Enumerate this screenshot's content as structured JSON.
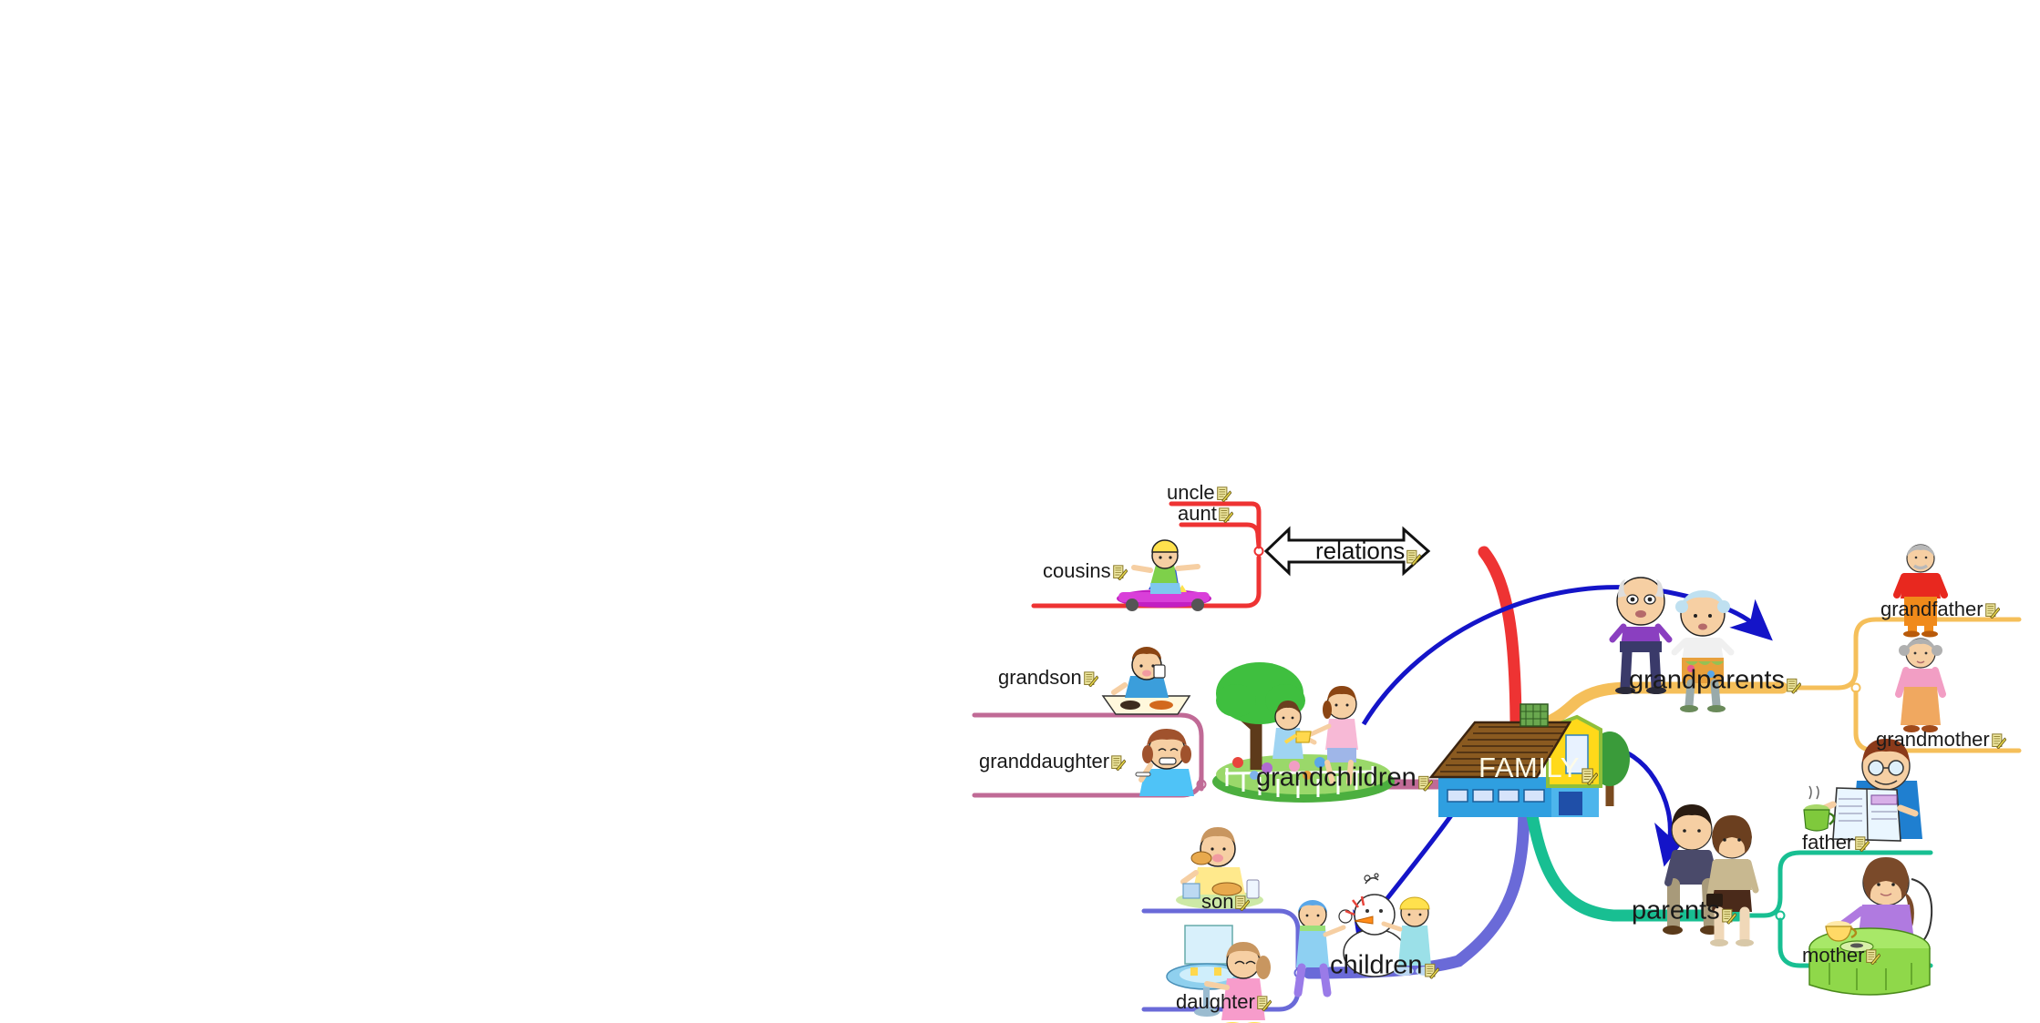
{
  "title": "FAMILY mind map",
  "center": {
    "label": "FAMILY",
    "icon": "house-icon",
    "note_icon": "note-icon"
  },
  "branches": [
    {
      "id": "relations",
      "label": "relations",
      "color": "#ee3333",
      "side": "left",
      "shape": "double-arrow",
      "picture": "boy-on-skateboard",
      "children": [
        {
          "id": "uncle",
          "label": "uncle"
        },
        {
          "id": "aunt",
          "label": "aunt"
        },
        {
          "id": "cousins",
          "label": "cousins"
        }
      ]
    },
    {
      "id": "grandchildren",
      "label": "grandchildren",
      "color": "#c06a96",
      "side": "left",
      "picture": "children-in-garden",
      "children": [
        {
          "id": "grandson",
          "label": "grandson",
          "picture": "boy-eating"
        },
        {
          "id": "granddaughter",
          "label": "granddaughter",
          "picture": "girl-brushing-teeth"
        }
      ]
    },
    {
      "id": "children",
      "label": "children",
      "color": "#6a6ad8",
      "side": "left",
      "picture": "kids-with-snowman",
      "children": [
        {
          "id": "son",
          "label": "son",
          "picture": "boy-eating-burger"
        },
        {
          "id": "daughter",
          "label": "daughter",
          "picture": "girl-at-sink"
        }
      ]
    },
    {
      "id": "grandparents",
      "label": "grandparents",
      "color": "#f5bf5a",
      "side": "right",
      "picture": "old-couple",
      "children": [
        {
          "id": "grandfather",
          "label": "grandfather",
          "picture": "old-man-red-shirt"
        },
        {
          "id": "grandmother",
          "label": "grandmother",
          "picture": "old-woman-pink-dress"
        }
      ]
    },
    {
      "id": "parents",
      "label": "parents",
      "color": "#18bf92",
      "side": "right",
      "picture": "couple-walking",
      "children": [
        {
          "id": "father",
          "label": "father",
          "picture": "man-reading-newspaper"
        },
        {
          "id": "mother",
          "label": "mother",
          "picture": "woman-at-table"
        }
      ]
    }
  ],
  "relationship_arrows": [
    {
      "id": "arrow-grandchildren-to-grandparents",
      "color": "#1414c8",
      "from": "grandchildren",
      "to": "grandparents"
    },
    {
      "id": "arrow-family-to-children",
      "color": "#1414c8",
      "from": "family",
      "to": "children"
    },
    {
      "id": "arrow-family-to-parents",
      "color": "#1414c8",
      "from": "family",
      "to": "parents"
    }
  ],
  "colors": {
    "relations": "#ee3333",
    "grandchildren": "#c06a96",
    "children": "#6a6ad8",
    "grandparents": "#f5bf5a",
    "parents": "#18bf92",
    "arrow": "#1414c8",
    "background": "#ffffff",
    "center_text": "#fdfbe8"
  }
}
